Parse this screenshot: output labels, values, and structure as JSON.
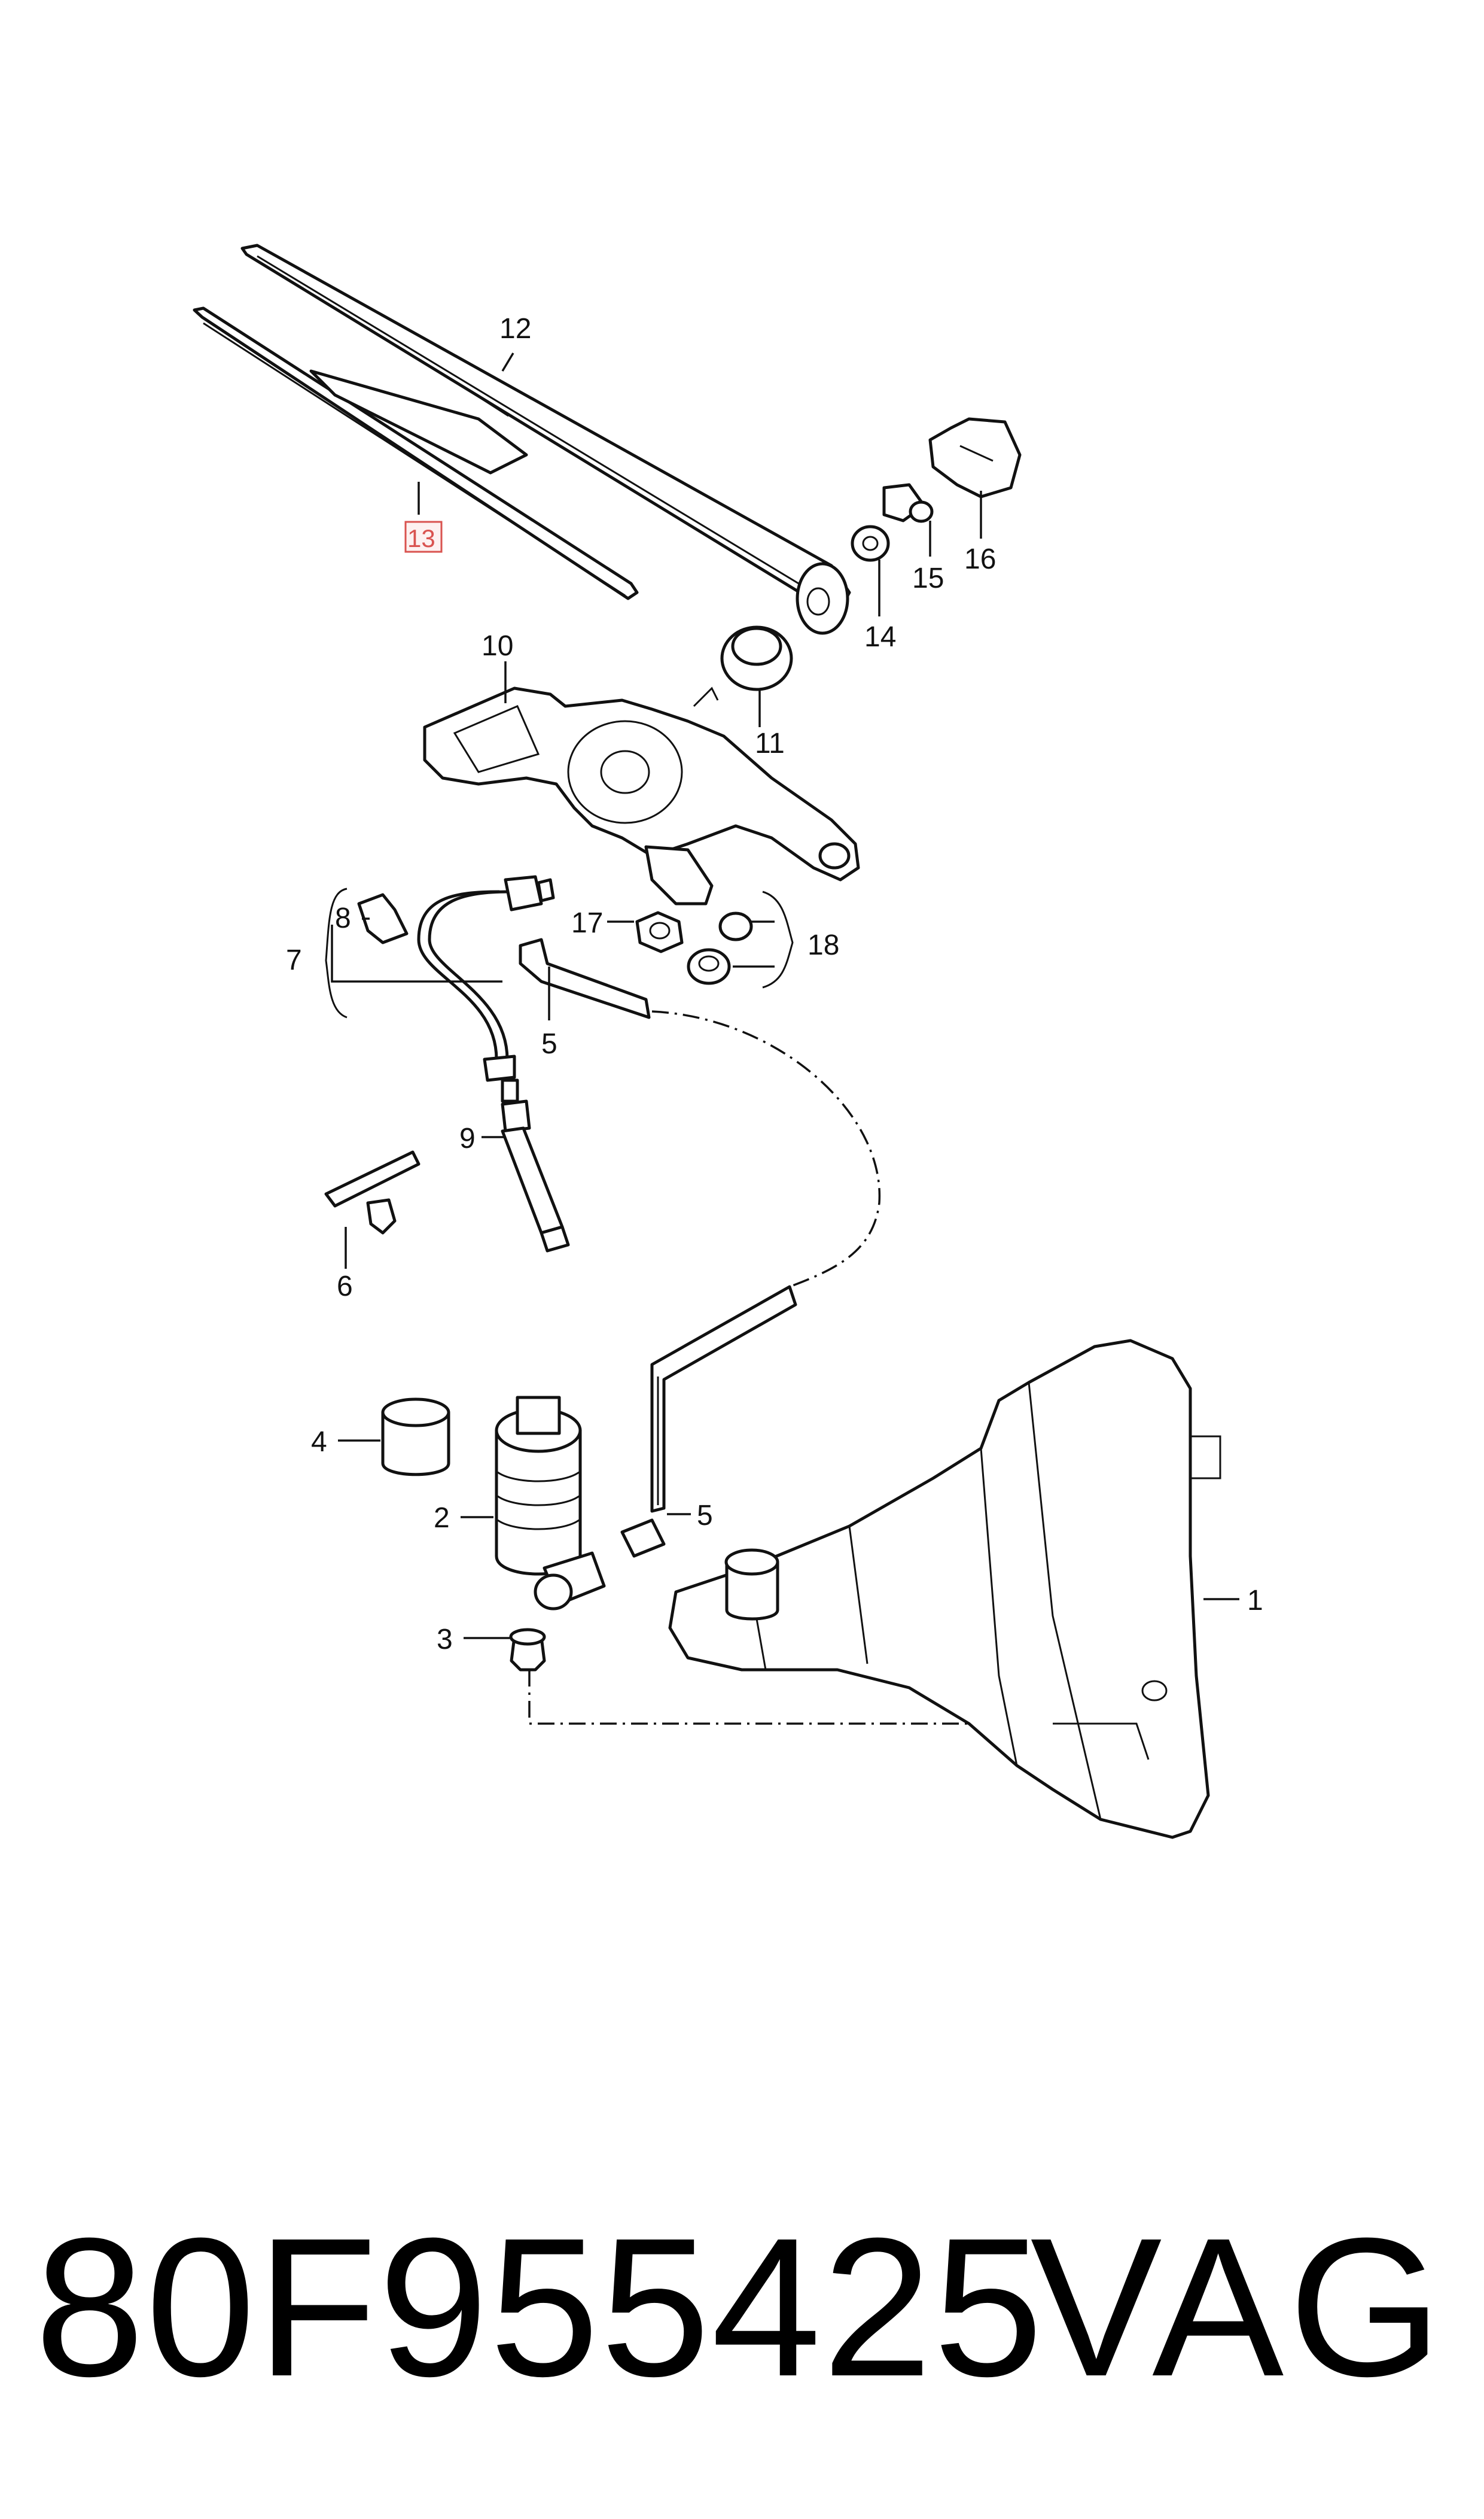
{
  "diagram": {
    "callouts": [
      {
        "id": "1",
        "text": "1"
      },
      {
        "id": "2",
        "text": "2"
      },
      {
        "id": "3",
        "text": "3"
      },
      {
        "id": "4",
        "text": "4"
      },
      {
        "id": "5a",
        "text": "5"
      },
      {
        "id": "5b",
        "text": "5"
      },
      {
        "id": "6",
        "text": "6"
      },
      {
        "id": "7",
        "text": "7"
      },
      {
        "id": "8",
        "text": "8"
      },
      {
        "id": "9",
        "text": "9"
      },
      {
        "id": "10",
        "text": "10"
      },
      {
        "id": "11",
        "text": "11"
      },
      {
        "id": "12",
        "text": "12"
      },
      {
        "id": "13",
        "text": "13",
        "highlighted": true
      },
      {
        "id": "14",
        "text": "14"
      },
      {
        "id": "15",
        "text": "15"
      },
      {
        "id": "16",
        "text": "16"
      },
      {
        "id": "17",
        "text": "17"
      },
      {
        "id": "18",
        "text": "18"
      }
    ],
    "highlight_color": "#d9534f"
  },
  "footer": {
    "part_number": "80F955425",
    "brand": "VAG"
  }
}
